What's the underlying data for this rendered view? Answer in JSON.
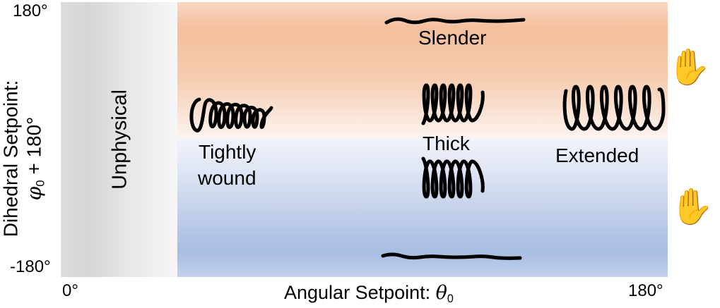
{
  "y_axis": {
    "title_line1": "Dihedral Setpoint:",
    "title_line2_symbol": "φ",
    "title_line2_sub": "0",
    "title_line2_rest": " + 180°",
    "tick_top": "180°",
    "tick_bottom": "-180°",
    "range": [
      -180,
      180
    ]
  },
  "x_axis": {
    "title_text": "Angular Setpoint: ",
    "title_symbol": "θ",
    "title_sub": "0",
    "tick_left": "0°",
    "tick_right": "180°",
    "range": [
      0,
      180
    ]
  },
  "regions": {
    "unphysical": "Unphysical"
  },
  "colors": {
    "upper_band": "#f4bf9c",
    "lower_band": "#a8bde3",
    "unphysical": "#d6d6d6",
    "hand": "#f7c442"
  },
  "labels": {
    "slender": "Slender",
    "tightly": "Tightly",
    "wound": "wound",
    "thick": "Thick",
    "extended": "Extended"
  },
  "icons": {
    "hand_upper": "✋",
    "hand_lower": "✋"
  }
}
